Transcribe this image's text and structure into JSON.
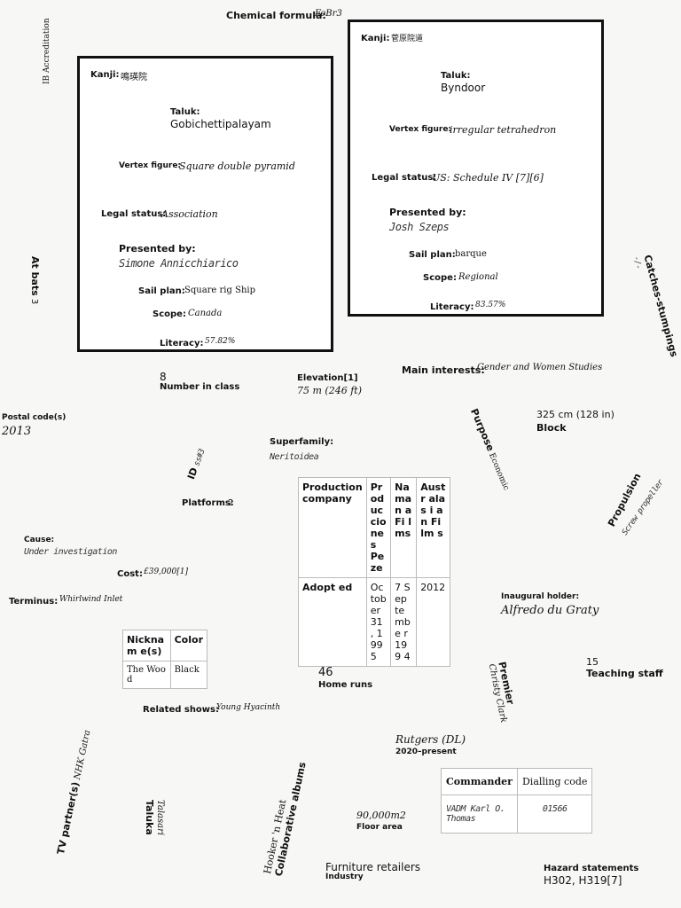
{
  "top_formula": {
    "label": "Chemical formula:",
    "value": "FeBr3"
  },
  "card_left": {
    "kanji_label": "Kanji:",
    "kanji": "鳴瑛院",
    "taluk_label": "Taluk:",
    "taluk": "Gobichettipalayam",
    "vertex_label": "Vertex figure:",
    "vertex": "Square double pyramid",
    "legal_label": "Legal status:",
    "legal": "Association",
    "presented_label": "Presented by:",
    "presented": "Simone Annicchiarico",
    "sail_label": "Sail plan:",
    "sail": "Square rig Ship",
    "scope_label": "Scope:",
    "scope": "Canada",
    "literacy_label": "Literacy:",
    "literacy": "57.82%"
  },
  "card_right": {
    "kanji_label": "Kanji:",
    "kanji": "菅原院道",
    "taluk_label": "Taluk:",
    "taluk": "Byndoor",
    "vertex_label": "Vertex figure:",
    "vertex": "irregular tetrahedron",
    "legal_label": "Legal status:",
    "legal": "US: Schedule IV [7][6]",
    "presented_label": "Presented by:",
    "presented": "Josh Szeps",
    "sail_label": "Sail plan:",
    "sail": "barque",
    "scope_label": "Scope:",
    "scope": "Regional",
    "literacy_label": "Literacy:",
    "literacy": "83.57%"
  },
  "side_labels": {
    "ib_label": "IB",
    "ib_value": "Accreditation",
    "atbats_label": "At bats",
    "atbats_value": "3",
    "catches_label": "Catches-stumpings",
    "catches_value": "-/-"
  },
  "fields": {
    "number_in_class_value": "8",
    "number_in_class_label": "Number in class",
    "elevation_label": "Elevation[1]",
    "elevation_value": "75 m (246 ft)",
    "main_interests_label": "Main interests:",
    "main_interests_value": "Gender and Women Studies",
    "postal_label": "Postal code(s)",
    "postal_value": "2013",
    "block_value": "325 cm (128 in)",
    "block_label": "Block",
    "purpose_label": "Purpose",
    "purpose_value": "Economic",
    "superfamily_label": "Superfamily:",
    "superfamily_value": "Neritoidea",
    "id_label": "ID",
    "id_value": "ss#3",
    "platforms_label": "Platforms:",
    "platforms_value": "2",
    "propulsion_label": "Propulsion",
    "propulsion_value": "Screw propeller",
    "cause_label": "Cause:",
    "cause_value": "Under investigation",
    "cost_label": "Cost:",
    "cost_value": "£39,000[1]",
    "terminus_label": "Terminus:",
    "terminus_value": "Whirlwind Inlet",
    "inaugural_label": "Inaugural holder:",
    "inaugural_value": "Alfredo du Graty",
    "home_runs_value": "46",
    "home_runs_label": "Home runs",
    "premier_label": "Premier",
    "premier_value": "Christy Clark",
    "teaching_value": "15",
    "teaching_label": "Teaching staff",
    "related_label": "Related shows:",
    "related_value": "Young Hyacinth",
    "rutgers_value": "Rutgers (DL)",
    "rutgers_label": "2020–present",
    "tv_label": "TV partner(s)",
    "tv_value": "NHK Gatra",
    "taluka_label": "Taluka",
    "taluka_value": "Talasari",
    "collab_label": "Collaborative albums",
    "collab_value": "Hooker 'n Heat",
    "floor_value": "90,000m2",
    "floor_label": "Floor area",
    "industry_value": "Furniture retailers",
    "industry_label": "Industry",
    "hazard_label": "Hazard statements",
    "hazard_value": "H302, H319[7]"
  },
  "prod_table": {
    "headers": [
      "Production company",
      "Produccio nes Peze",
      "Naman a Fi l ms",
      "Austr alas i an Fi lm s"
    ],
    "row": [
      "Adopt ed",
      "Octob er 31 , 199 5",
      "7 Sep tembe r 199 4",
      "2012"
    ]
  },
  "nick_table": {
    "headers": [
      "Nicknam e(s)",
      "Color"
    ],
    "row": [
      "The Woo d",
      "Black"
    ]
  },
  "commander_table": {
    "headers": [
      "Commander",
      "Dialling code"
    ],
    "row": [
      "VADM Karl O. Thomas",
      "01566"
    ]
  }
}
